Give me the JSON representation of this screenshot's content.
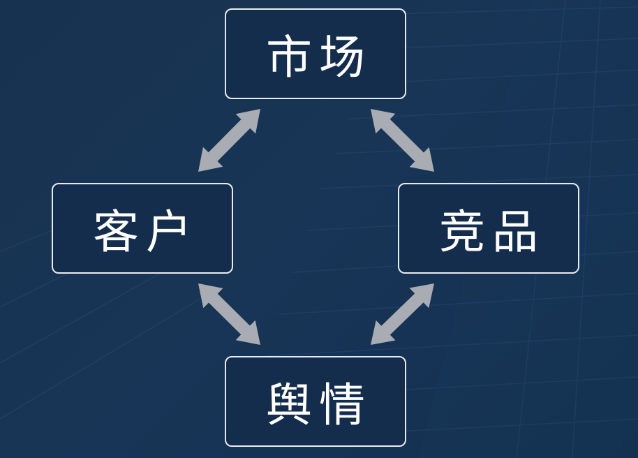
{
  "nodes": {
    "market": "市场",
    "customer": "客户",
    "competitor": "竞品",
    "opinion": "舆情"
  },
  "colors": {
    "background": "#17324f",
    "node_fill": "#142d4c",
    "node_border": "#e8ecf2",
    "arrow": "#a9adb3",
    "text": "#ffffff"
  },
  "edges": [
    {
      "from": "market",
      "to": "customer",
      "direction": "both"
    },
    {
      "from": "market",
      "to": "competitor",
      "direction": "both"
    },
    {
      "from": "customer",
      "to": "opinion",
      "direction": "both"
    },
    {
      "from": "competitor",
      "to": "opinion",
      "direction": "both"
    }
  ]
}
